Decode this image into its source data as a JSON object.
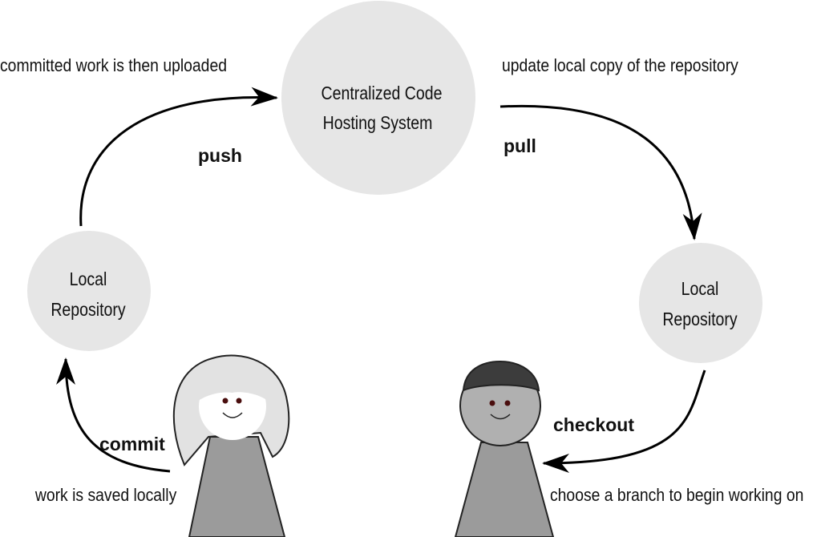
{
  "colors": {
    "node_fill": "#e6e6e6",
    "person_body": "#9b9b9b",
    "person_head": "#b0b0b0",
    "hair_light": "#e2e2e2",
    "hair_dark": "#3c3c3c",
    "eye": "#4a0e0e",
    "line": "#000000"
  },
  "nodes": {
    "central": {
      "line1": "Centralized Code",
      "line2": "Hosting System"
    },
    "local_left": {
      "line1": "Local",
      "line2": "Repository"
    },
    "local_right": {
      "line1": "Local",
      "line2": "Repository"
    }
  },
  "edges": {
    "push": {
      "label": "push",
      "description": "committed work is then uploaded"
    },
    "pull": {
      "label": "pull",
      "description": "update local copy of the repository"
    },
    "commit": {
      "label": "commit",
      "description": "work is saved locally"
    },
    "checkout": {
      "label": "checkout",
      "description": "choose a branch to begin working on"
    }
  },
  "icons": {
    "left_person": "person-long-hair-icon",
    "right_person": "person-short-hair-icon"
  }
}
